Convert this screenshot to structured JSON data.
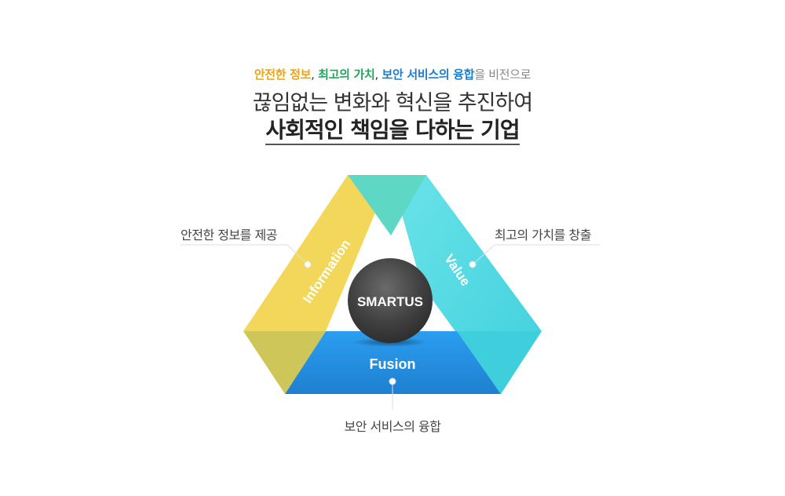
{
  "vision": {
    "part1": "안전한 정보",
    "sep1": ", ",
    "part2": "최고의 가치",
    "sep2": ", ",
    "part3": "보안 서비스의 융합",
    "rest": "을 비전으로",
    "colors": {
      "part1": "#f0a30a",
      "part2": "#21a65a",
      "part3": "#1a7fd4",
      "rest": "#888888"
    }
  },
  "headline": {
    "line1": "끊임없는 변화와 혁신을 추진하여",
    "line2": "사회적인 책임을 다하는 기업"
  },
  "diagram": {
    "center": "SMARTUS",
    "sides": {
      "left": "Information",
      "right": "Value",
      "bottom": "Fusion"
    },
    "callouts": {
      "left": "안전한 정보를 제공",
      "right": "최고의 가치를 창출",
      "bottom": "보안 서비스의 융합"
    },
    "colors": {
      "yellow": "#f3d75a",
      "cyan": "#5fdee0",
      "blue": "#2a97e8",
      "teal": "#5ed8c4",
      "olive": "#cfc65a",
      "sphere": "#4a4a4a"
    }
  }
}
